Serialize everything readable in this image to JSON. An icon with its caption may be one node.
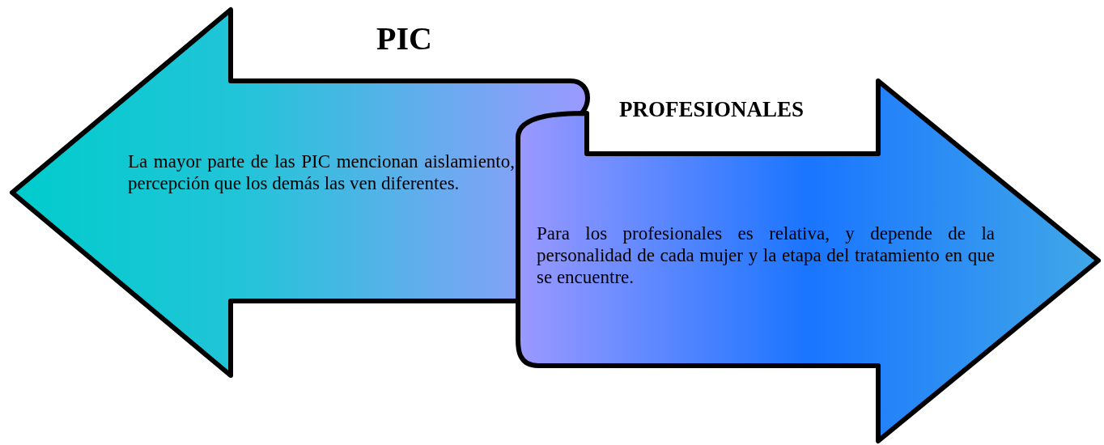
{
  "diagram": {
    "nodes": [
      {
        "text": [
          "PIC",
          "La mayor parte de las PIC mencionan aislamiento, percepción que los demás las ven diferentes."
        ]
      },
      {
        "text": [
          "PROFESIONALES",
          "Para los profesionales es relativa, y depende de la personalidad de cada mujer y la etapa del tratamiento en que se encuentre."
        ]
      }
    ]
  }
}
